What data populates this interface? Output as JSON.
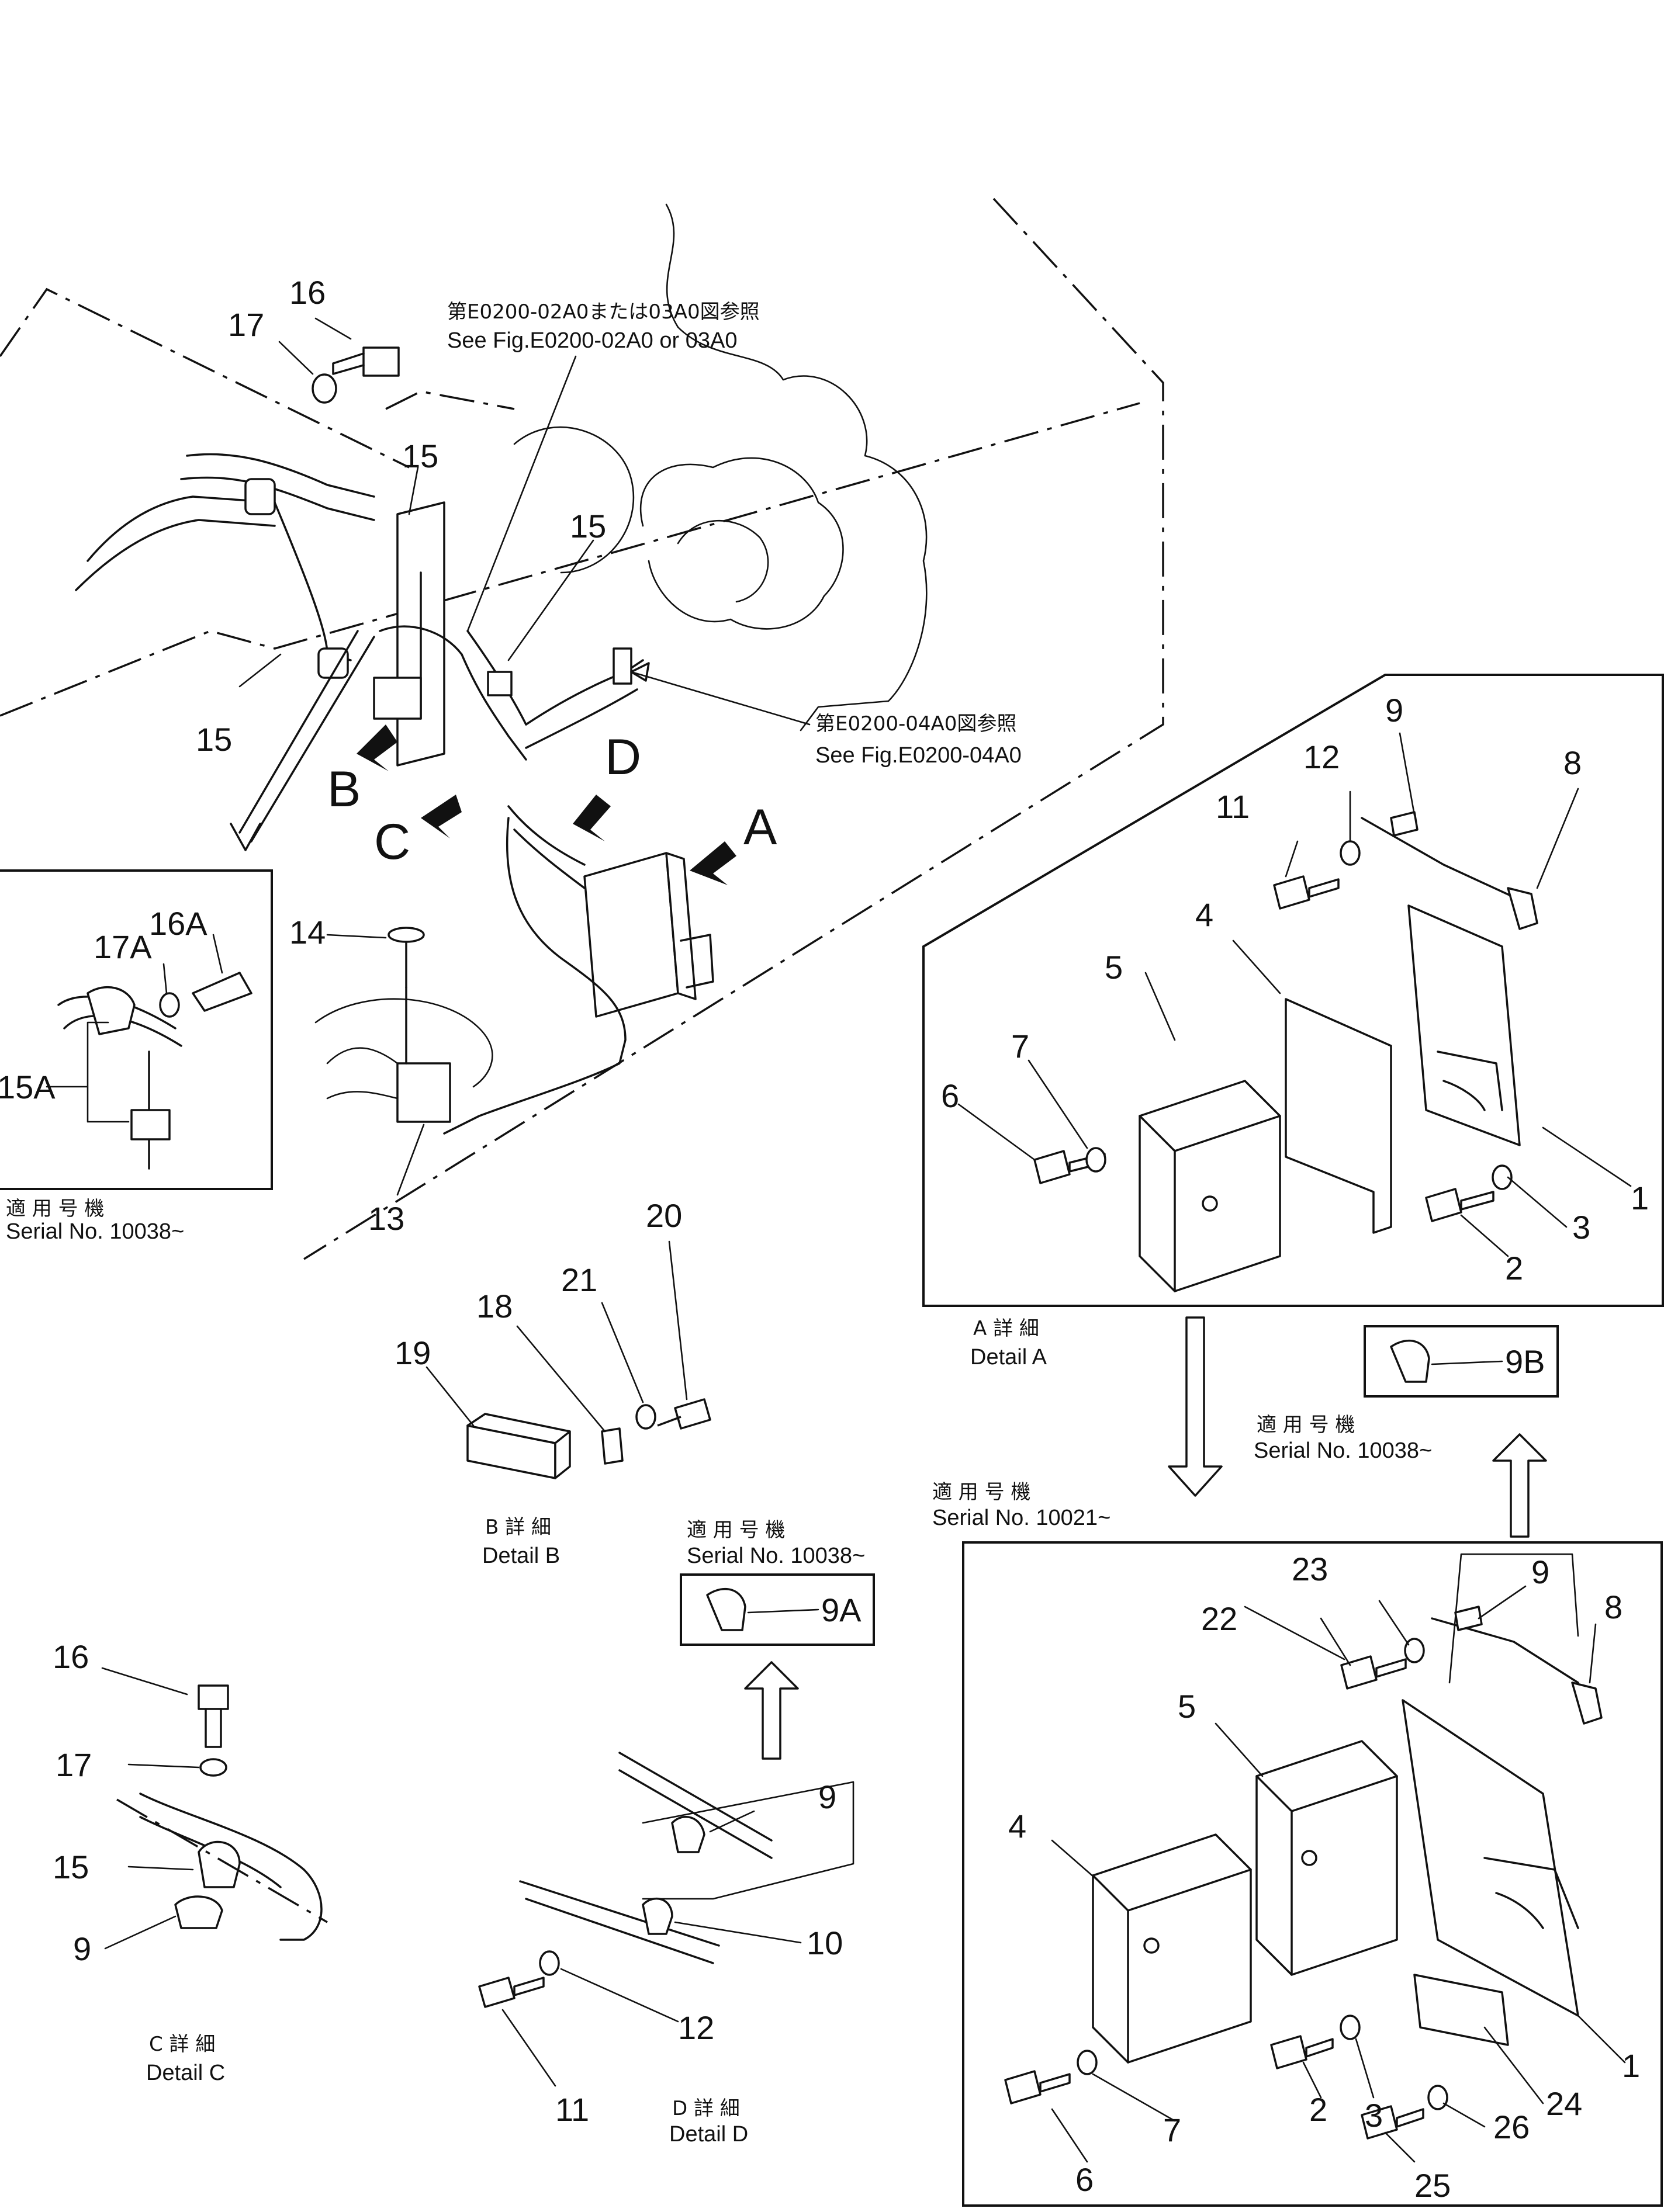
{
  "references": {
    "ref1_jp": "第E0200-02A0または03A0図参照",
    "ref1_en": "See Fig.E0200-02A0 or 03A0",
    "ref2_jp": "第E0200-04A0図参照",
    "ref2_en": "See Fig.E0200-04A0"
  },
  "view_markers": {
    "a": "A",
    "b": "B",
    "c": "C",
    "d": "D"
  },
  "callouts": {
    "main": {
      "n16": "16",
      "n17": "17",
      "n15a": "15",
      "n15b": "15",
      "n15c": "15",
      "n14": "14",
      "n13": "13"
    },
    "serial_inset": {
      "n16a": "16A",
      "n17a": "17A",
      "n15a": "15A"
    },
    "detail_a": {
      "n1": "1",
      "n2": "2",
      "n3": "3",
      "n4": "4",
      "n5": "5",
      "n6": "6",
      "n7": "7",
      "n8": "8",
      "n9": "9",
      "n11": "11",
      "n12": "12"
    },
    "detail_b": {
      "n18": "18",
      "n19": "19",
      "n20": "20",
      "n21": "21"
    },
    "detail_c": {
      "n16": "16",
      "n17": "17",
      "n15": "15",
      "n9": "9"
    },
    "detail_d": {
      "n9": "9",
      "n10": "10",
      "n11": "11",
      "n12": "12"
    },
    "inset_9a": {
      "n9a": "9A"
    },
    "inset_9b": {
      "n9b": "9B"
    },
    "detail_lower": {
      "n1": "1",
      "n2": "2",
      "n3": "3",
      "n4": "4",
      "n5": "5",
      "n6": "6",
      "n7": "7",
      "n8": "8",
      "n9": "9",
      "n22": "22",
      "n23": "23",
      "n24": "24",
      "n25": "25",
      "n26": "26"
    }
  },
  "captions": {
    "serial_jp": "適 用 号 機",
    "serial_10038": "Serial No. 10038~",
    "serial_10021": "Serial No. 10021~",
    "detail_a_jp": "A 詳 細",
    "detail_a_en": "Detail A",
    "detail_b_jp": "B 詳 細",
    "detail_b_en": "Detail B",
    "detail_c_jp": "C 詳 細",
    "detail_c_en": "Detail C",
    "detail_d_jp": "D 詳 細",
    "detail_d_en": "Detail D"
  }
}
